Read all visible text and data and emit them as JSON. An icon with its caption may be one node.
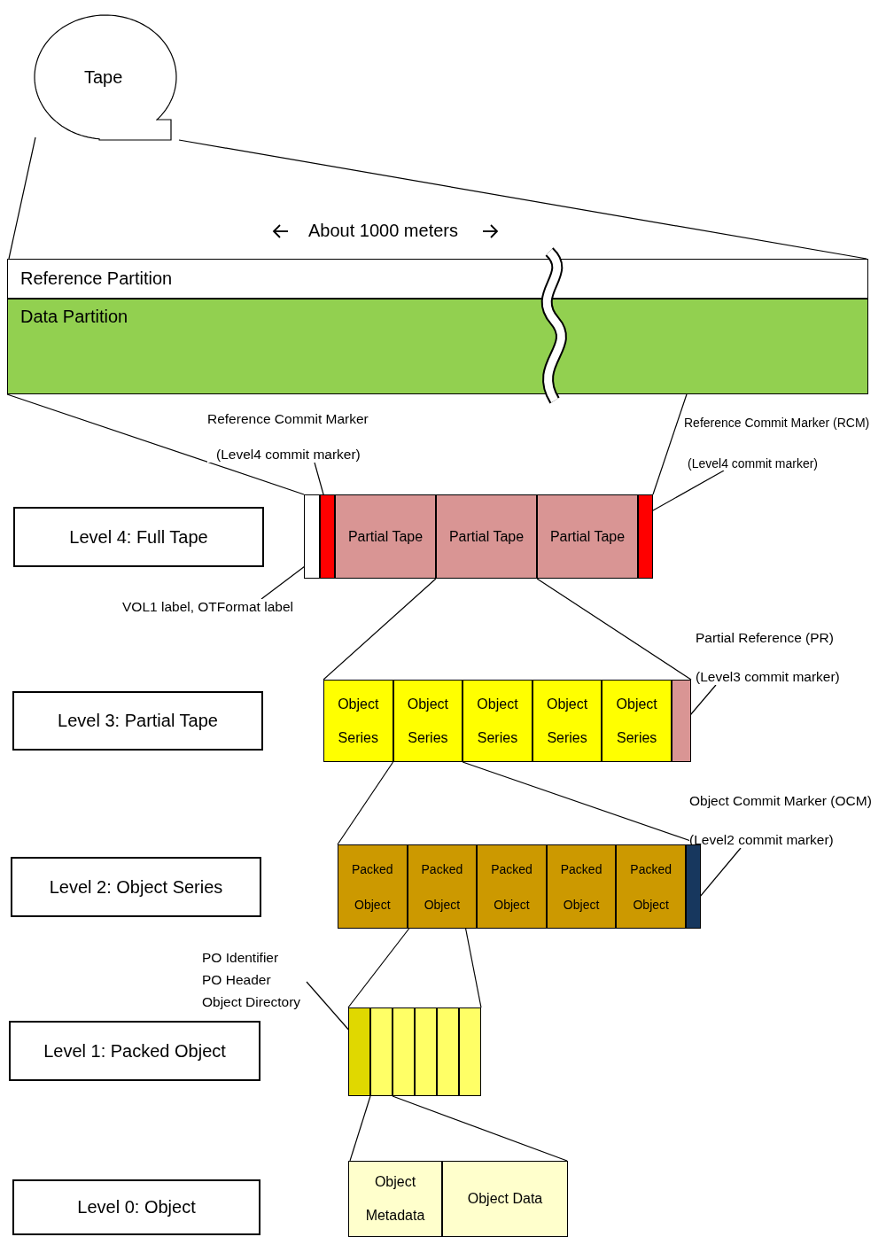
{
  "diagram": {
    "nodes": [
      {
        "text": [
          "Tape"
        ]
      },
      {
        "text": [
          "Reference Partition"
        ]
      },
      {
        "text": [
          "Data Partition"
        ]
      },
      {
        "text": [
          "Reference Commit Marker",
          "(Level4 commit marker)"
        ]
      },
      {
        "text": [
          "Reference Commit Marker (RCM)",
          "(Level4 commit marker)"
        ]
      },
      {
        "text": [
          "Level 4: Full Tape"
        ]
      },
      {
        "text": [],
        "shape": "box"
      },
      {
        "text": [],
        "shape": "bar"
      },
      {
        "text": [
          "Partial Tape"
        ]
      },
      {
        "text": [
          "Partial Tape"
        ]
      },
      {
        "text": [
          "Partial Tape"
        ]
      },
      {
        "text": [],
        "shape": "bar"
      },
      {
        "text": [
          "VOL1 label, OTFormat label"
        ]
      },
      {
        "text": [
          "Partial Reference (PR)",
          "(Level3 commit marker)"
        ]
      },
      {
        "text": [
          "Level 3: Partial Tape"
        ]
      },
      {
        "text": [
          "Object Series"
        ]
      },
      {
        "text": [
          "Object Series"
        ]
      },
      {
        "text": [
          "Object Series"
        ]
      },
      {
        "text": [
          "Object Series"
        ]
      },
      {
        "text": [
          "Object Series"
        ]
      },
      {
        "text": [],
        "shape": "bar"
      },
      {
        "text": [
          "Object Commit Marker (OCM)",
          "(Level2 commit marker)"
        ]
      },
      {
        "text": [
          "Level 2: Object Series"
        ]
      },
      {
        "text": [
          "Packed Object"
        ]
      },
      {
        "text": [
          "Packed Object"
        ]
      },
      {
        "text": [
          "Packed Object"
        ]
      },
      {
        "text": [
          "Packed Object"
        ]
      },
      {
        "text": [
          "Packed Object"
        ]
      },
      {
        "text": [],
        "shape": "bar"
      },
      {
        "text": [
          "PO Identifier",
          "PO Header",
          "Object Directory"
        ]
      },
      {
        "text": [
          "Level 1: Packed Object"
        ]
      },
      {
        "text": [],
        "shape": "bar"
      },
      {
        "text": [],
        "shape": "bar"
      },
      {
        "text": [],
        "shape": "bar"
      },
      {
        "text": [],
        "shape": "bar"
      },
      {
        "text": [],
        "shape": "bar"
      },
      {
        "text": [],
        "shape": "bar"
      },
      {
        "text": [
          "Level 0: Object"
        ]
      },
      {
        "text": [
          "Object Metadata"
        ]
      },
      {
        "text": [
          "Object Data"
        ]
      }
    ],
    "edges": [
      {
        "from": 0,
        "to": 1,
        "arrow": "none"
      },
      {
        "from": 0,
        "to": 1,
        "arrow": "none"
      },
      {
        "from": 2,
        "to": 6,
        "arrow": "none"
      },
      {
        "from": 2,
        "to": 11,
        "arrow": "none"
      },
      {
        "from": 3,
        "to": 7,
        "arrow": "none"
      },
      {
        "from": 4,
        "to": 11,
        "arrow": "none"
      },
      {
        "from": 12,
        "to": 6,
        "arrow": "none"
      },
      {
        "from": 9,
        "to": 15,
        "arrow": "none"
      },
      {
        "from": 9,
        "to": 20,
        "arrow": "none"
      },
      {
        "from": 13,
        "to": 20,
        "arrow": "none"
      },
      {
        "from": 16,
        "to": 23,
        "arrow": "none"
      },
      {
        "from": 16,
        "to": 28,
        "arrow": "none"
      },
      {
        "from": 21,
        "to": 28,
        "arrow": "none"
      },
      {
        "from": 24,
        "to": 31,
        "arrow": "none"
      },
      {
        "from": 24,
        "to": 36,
        "arrow": "none"
      },
      {
        "from": 29,
        "to": 31,
        "arrow": "none"
      },
      {
        "from": 32,
        "to": 38,
        "arrow": "none"
      },
      {
        "from": 32,
        "to": 39,
        "arrow": "none"
      }
    ],
    "labels": [
      "About 1000 meters"
    ]
  }
}
